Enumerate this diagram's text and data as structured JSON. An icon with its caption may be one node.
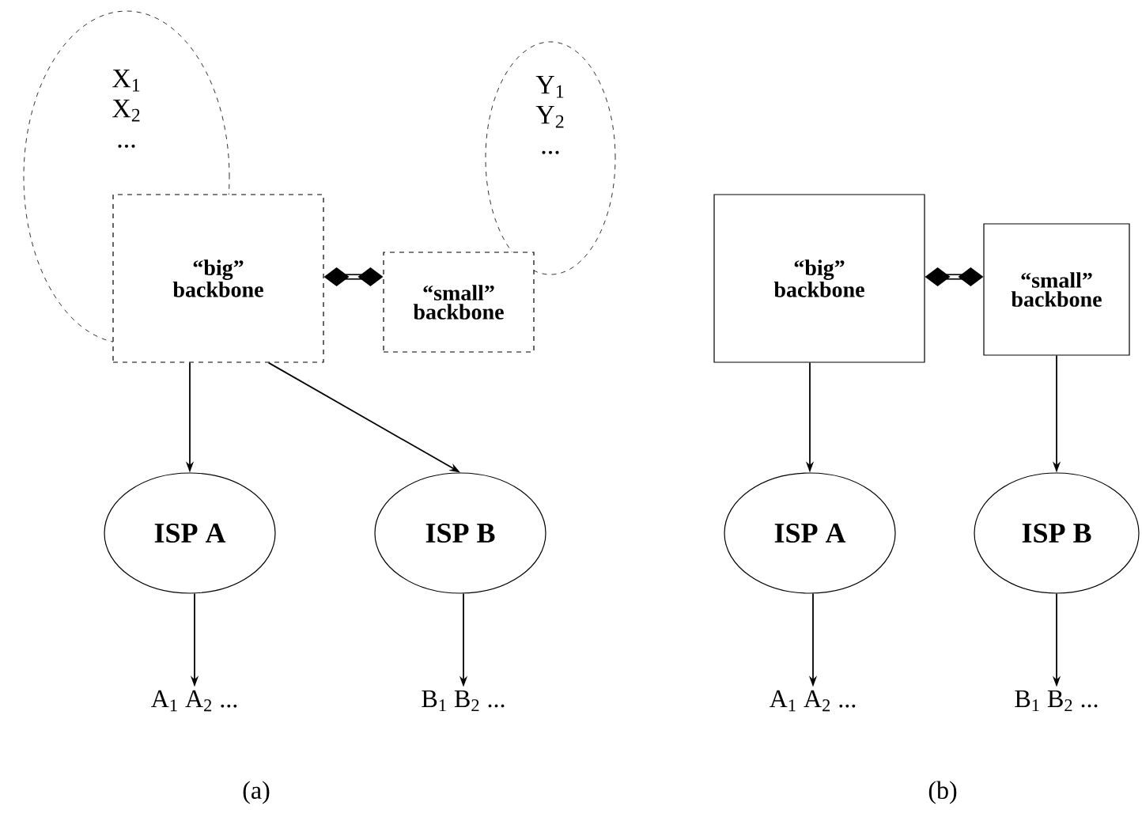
{
  "diagram": {
    "nodes": [
      {
        "text": [
          "X$_{1}$ X$_{2}$ ..."
        ]
      },
      {
        "text": [
          "“big” backbone"
        ]
      },
      {
        "text": [
          "Y$_{1}$ Y$_{2}$ ..."
        ]
      },
      {
        "text": [
          "“small” backbone"
        ]
      },
      {
        "text": [
          "ISP A"
        ]
      },
      {
        "text": [
          "ISP B"
        ]
      },
      {
        "text": [
          "A$_{1}$ A$_{2}$ ..."
        ]
      },
      {
        "text": [
          "B$_{1}$ B$_{2}$ ..."
        ]
      },
      {
        "text": [
          "“big” backbone"
        ]
      },
      {
        "text": [
          "“small” backbone"
        ]
      },
      {
        "text": [
          "ISP A"
        ]
      },
      {
        "text": [
          "ISP B"
        ]
      },
      {
        "text": [
          "A$_{1}$ A$_{2}$ ..."
        ]
      },
      {
        "text": [
          "B$_{1}$ B$_{2}$ ..."
        ]
      }
    ],
    "edges": [
      {
        "from": 1,
        "to": 3,
        "arrow": "other",
        "style": "thick"
      },
      {
        "from": 1,
        "to": 4,
        "arrow": "to"
      },
      {
        "from": 1,
        "to": 5,
        "arrow": "to"
      },
      {
        "from": 4,
        "to": 6,
        "arrow": "to"
      },
      {
        "from": 5,
        "to": 7,
        "arrow": "to"
      },
      {
        "from": 8,
        "to": 9,
        "arrow": "other",
        "style": "thick"
      },
      {
        "from": 8,
        "to": 10,
        "arrow": "to"
      },
      {
        "from": 9,
        "to": 11,
        "arrow": "to"
      },
      {
        "from": 10,
        "to": 12,
        "arrow": "to"
      },
      {
        "from": 11,
        "to": 13,
        "arrow": "to"
      }
    ],
    "labels": [
      "(a)",
      "(b)"
    ]
  }
}
